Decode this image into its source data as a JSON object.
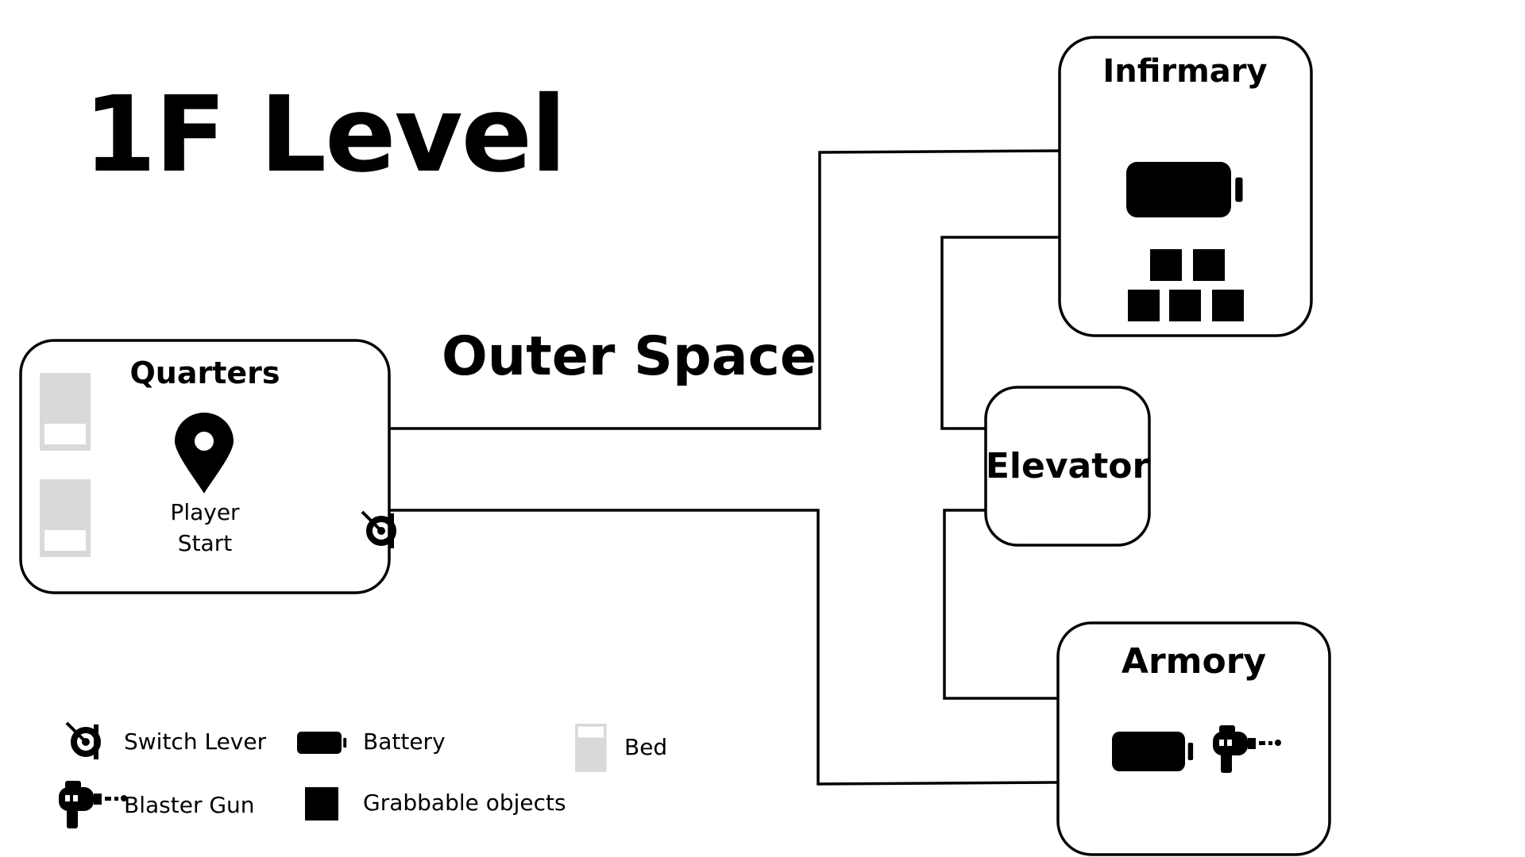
{
  "title": "1F Level",
  "area_label": "Outer Space",
  "rooms": {
    "quarters": {
      "name": "Quarters",
      "start_label_line1": "Player",
      "start_label_line2": "Start"
    },
    "infirmary": {
      "name": "Infirmary"
    },
    "elevator": {
      "name": "Elevator"
    },
    "armory": {
      "name": "Armory"
    }
  },
  "legend": {
    "switch_lever": "Switch Lever",
    "battery": "Battery",
    "bed": "Bed",
    "blaster_gun": "Blaster Gun",
    "grabbable": "Grabbable objects"
  },
  "colors": {
    "ink": "#000000",
    "bed": "#d9d9d9",
    "background": "#ffffff"
  }
}
